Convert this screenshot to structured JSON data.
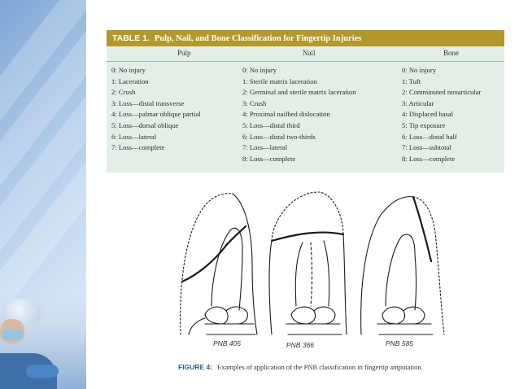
{
  "table": {
    "label": "TABLE 1.",
    "title": "Pulp, Nail, and Bone Classification for Fingertip Injuries",
    "columns": [
      {
        "header": "Pulp",
        "items": [
          "0: No injury",
          "1: Laceration",
          "2: Crush",
          "3: Loss—distal transverse",
          "4: Loss—palmar oblique partial",
          "5: Loss—dorsal oblique",
          "6: Loss—lateral",
          "7: Loss—complete"
        ]
      },
      {
        "header": "Nail",
        "items": [
          "0: No injury",
          "1: Sterile matrix laceration",
          "2: Germinal and sterile matrix laceration",
          "3: Crush",
          "4: Proximal nailbed dislocation",
          "5: Loss—distal third",
          "6: Loss—distal two-thirds",
          "7: Loss—lateral",
          "8: Loss—complete"
        ]
      },
      {
        "header": "Bone",
        "items": [
          "0: No injury",
          "1: Tuft",
          "2: Comminuted nonarticular",
          "3: Articular",
          "4: Displaced basal",
          "5: Tip exposure",
          "6: Loss—distal half",
          "7: Loss—subtotal",
          "8: Loss—complete"
        ]
      }
    ]
  },
  "figure": {
    "panels": [
      "PNB 405",
      "PNB 366",
      "PNB 585"
    ],
    "caption_label": "FIGURE 4:",
    "caption_text": "Examples of application of the PNB classification in fingertip amputation."
  },
  "colors": {
    "table_header_bg": "#b3982b",
    "table_bg": "#e3efe6",
    "figure_label": "#2b5b8a"
  }
}
